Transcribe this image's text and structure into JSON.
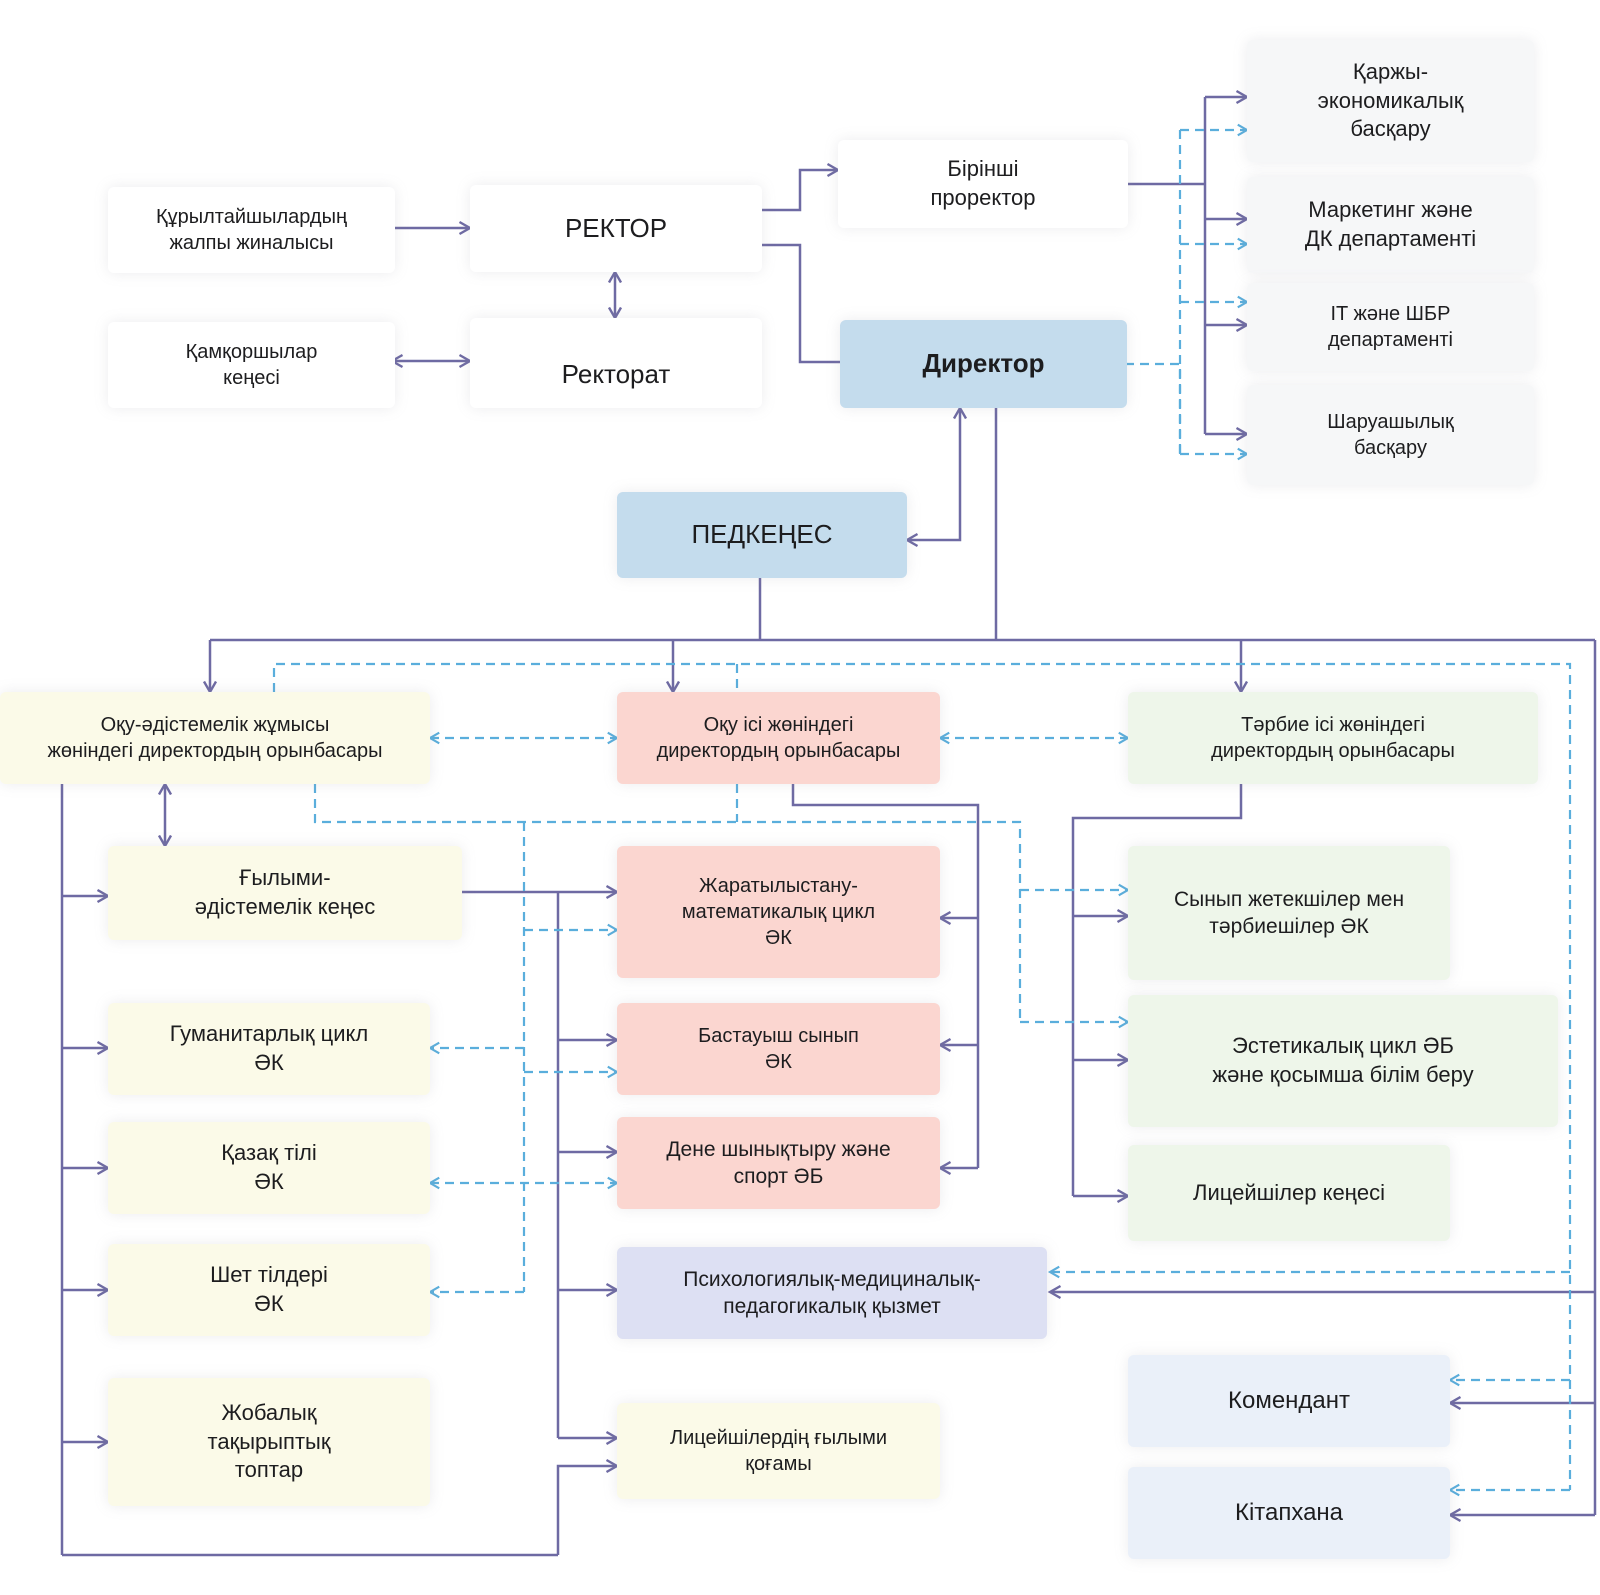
{
  "nodes": {
    "founders": "Құрылтайшылардың\nжалпы жиналысы",
    "trustees": "Қамқоршылар\nкеңесі",
    "rector": "РЕКТОР",
    "rectorate": "Ректорат",
    "first_prorector": "Бірінші\nпроректор",
    "director": "Директор",
    "finance": "Қаржы-\nэкономикалық\nбасқару",
    "marketing": "Маркетинг және\nДК департаменті",
    "it": "IT және ШБР\nдепартаменті",
    "household": "Шаруашылық\nбасқару",
    "pedkenes": "ПЕДКЕҢЕС",
    "deputy_methodical": "Оқу-әдістемелік жұмысы\nжөніндегі директордың орынбасары",
    "deputy_academic": "Оқу ісі жөніндегі\nдиректордың орынбасары",
    "deputy_upbringing": "Тәрбие ісі жөніндегі\nдиректордың орынбасары",
    "sci_method_council": "Ғылыми-\nәдістемелік кеңес",
    "humanities": "Гуманитарлық цикл\nӘК",
    "kazakh": "Қазақ тілі\nӘК",
    "foreign_langs": "Шет тілдері\nӘК",
    "project_groups": "Жобалық\nтақырыптық\nтоптар",
    "natural_math": "Жаратылыстану-\nматематикалық цикл\nӘК",
    "primary": "Бастауыш сынып\nӘК",
    "pe_sport": "Дене шынықтыру және\nспорт ӘБ",
    "psych_med": "Психологиялық-медициналық-\nпедагогикалық қызмет",
    "lyceum_society": "Лицейшілердің ғылыми\nқоғамы",
    "class_teachers": "Сынып жетекшілер мен\nтәрбиешілер ӘК",
    "aesthetic": "Эстетикалық цикл ӘБ\nжәне қосымша білім беру",
    "lyceum_council": "Лицейшілер кеңесі",
    "commandant": "Комендант",
    "library": "Кітапхана"
  },
  "colors": {
    "solid_line": "#6e6aa3",
    "dashed_line": "#5aaedc",
    "director_box": "#c4dced",
    "methodical_group": "#fbfae8",
    "academic_group": "#fbd6d0",
    "upbringing_group": "#eef6ea",
    "service_group": "#dde0f3"
  }
}
